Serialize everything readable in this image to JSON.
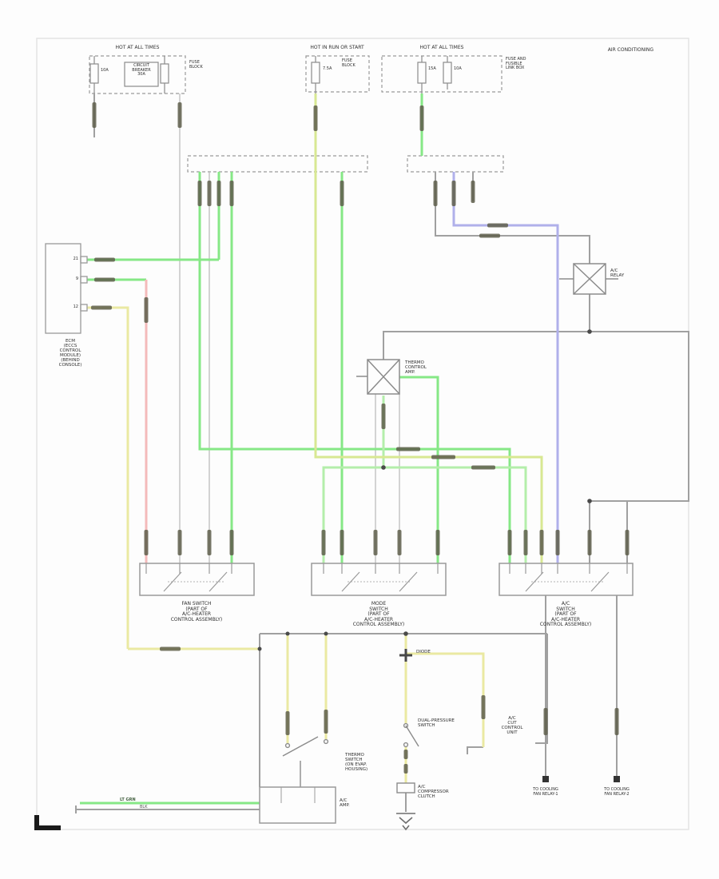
{
  "labels": {
    "hot_left": {
      "text": "HOT AT ALL TIMES"
    },
    "hot_mid": {
      "text": "HOT IN RUN OR START"
    },
    "hot_right": {
      "text": "HOT AT ALL TIMES"
    },
    "title": {
      "text": "AIR CONDITIONING"
    },
    "breaker": {
      "l1": "CIRCUIT",
      "l2": "BREAKER",
      "l3": "30A"
    },
    "fuse_left": {
      "amp": "10A"
    },
    "fuseblock_left": {
      "l1": "FUSE",
      "l2": "BLOCK"
    },
    "fuse_mid": {
      "amp": "7.5A"
    },
    "fuseblock_mid": {
      "l1": "FUSE",
      "l2": "BLOCK"
    },
    "fuse_right1": {
      "amp": "15A"
    },
    "fuse_right2": {
      "amp": "10A"
    },
    "fusebox_right": {
      "l1": "FUSE AND",
      "l2": "FUSIBLE",
      "l3": "LINK BOX"
    },
    "ac_relay": {
      "l1": "A/C",
      "l2": "RELAY"
    },
    "thermo_amp": {
      "l1": "THERMO",
      "l2": "CONTROL",
      "l3": "AMP."
    },
    "ecm": {
      "l1": "ECM",
      "l2": "(ECCS",
      "l3": "CONTROL",
      "l4": "MODULE)",
      "l5": "(BEHIND",
      "l6": "CONSOLE)",
      "pin1": "21",
      "pin2": "9",
      "pin3": "12"
    },
    "fan_switch": {
      "l1": "FAN SWITCH",
      "l2": "(PART OF",
      "l3": "A/C-HEATER",
      "l4": "CONTROL ASSEMBLY)"
    },
    "mode_switch": {
      "l1": "MODE",
      "l2": "SWITCH",
      "l3": "(PART OF",
      "l4": "A/C-HEATER",
      "l5": "CONTROL ASSEMBLY)"
    },
    "ac_switch": {
      "l1": "A/C",
      "l2": "SWITCH",
      "l3": "(PART OF",
      "l4": "A/C-HEATER",
      "l5": "CONTROL ASSEMBLY)"
    },
    "diode": {
      "text": "DIODE"
    },
    "thermo_switch": {
      "l1": "THERMO",
      "l2": "SWITCH",
      "l3": "(ON EVAP.",
      "l4": "HOUSING)"
    },
    "pressure_switch": {
      "l1": "DUAL-PRESSURE",
      "l2": "SWITCH"
    },
    "compressor": {
      "l1": "A/C",
      "l2": "COMPRESSOR",
      "l3": "CLUTCH"
    },
    "ac_amp": {
      "l1": "A/C",
      "l2": "AMP."
    },
    "cut_unit": {
      "l1": "A/C",
      "l2": "CUT",
      "l3": "CONTROL",
      "l4": "UNIT"
    },
    "ref_left": {
      "l1": "TO COOLING",
      "l2": "FAN RELAY-1"
    },
    "ref_right": {
      "l1": "TO COOLING",
      "l2": "FAN RELAY-2"
    },
    "wire_green": {
      "text": "LT GRN"
    },
    "wire_black": {
      "text": "BLK"
    }
  },
  "colors": {
    "green": "#86e886",
    "light_green": "#b4eeaa",
    "yellow_green": "#d8e892",
    "yellow": "#eae9a2",
    "red": "#f4baba",
    "blue": "#b0b0ea",
    "gray_wire": "#a0a0a0",
    "thin_wire": "#bdbdbd",
    "code_segment": "#5f5f4c"
  }
}
